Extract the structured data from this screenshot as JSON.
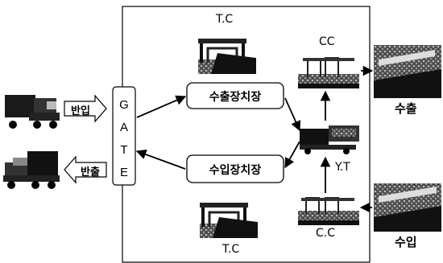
{
  "labels": {
    "tc_top": "T.C",
    "tc_bottom": "T.C",
    "cc_top": "CC",
    "cc_bottom": "C.C",
    "yt": "Y.T",
    "export": "수출",
    "import": "수입",
    "export_yard": "수출장치장",
    "import_yard": "수입장치장",
    "carry_in": "반입",
    "carry_out": "반출"
  },
  "gate_letters": [
    "G",
    "A",
    "T",
    "E"
  ],
  "icons": {
    "truck_in": "truck-icon",
    "truck_out": "truck-icon",
    "tc_top": "transfer-crane-photo",
    "tc_bottom": "transfer-crane-photo",
    "cc_top": "container-crane-photo",
    "cc_bottom": "container-crane-photo",
    "yt": "yard-tractor-photo",
    "ship_export": "ship-photo",
    "ship_import": "ship-photo"
  }
}
